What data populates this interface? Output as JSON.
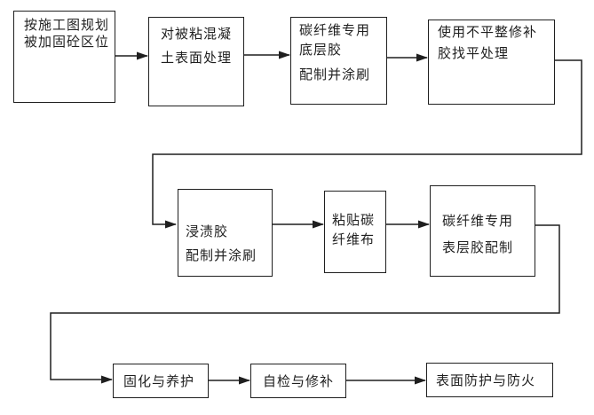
{
  "flowchart": {
    "colors": {
      "ink": "#1f1f1f",
      "background": "#ffffff"
    },
    "steps": {
      "planning": {
        "line1": "按施工图规划",
        "line2": "被加固砼区位"
      },
      "surface_treatment": {
        "line1": "对被粘混凝",
        "line2": "土表面处理"
      },
      "primer": {
        "line1": "碳纤维专用",
        "line2": "底层胶",
        "line3": "配制并涂刷"
      },
      "leveling": {
        "line1": "使用不平整修补",
        "line2": "胶找平处理"
      },
      "impregnation": {
        "line1": "浸渍胶",
        "line2": "配制并涂刷"
      },
      "paste_cfrp": {
        "line1": "粘贴碳",
        "line2": "纤维布"
      },
      "topcoat": {
        "line1": "碳纤维专用",
        "line2": "表层胶配制"
      },
      "curing": {
        "line1": "固化与养护"
      },
      "inspection": {
        "line1": "自检与修补"
      },
      "protection": {
        "line1": "表面防护与防火"
      }
    },
    "flow_sequence": [
      "planning",
      "surface_treatment",
      "primer",
      "leveling",
      "impregnation",
      "paste_cfrp",
      "topcoat",
      "curing",
      "inspection",
      "protection"
    ]
  }
}
